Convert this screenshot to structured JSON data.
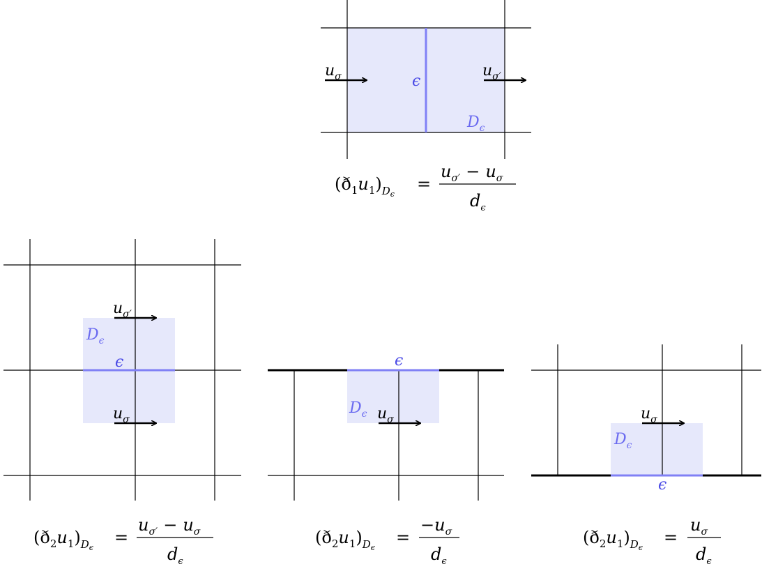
{
  "top": {
    "u_left": "u",
    "u_left_sub": "σ",
    "u_right": "u",
    "u_right_sub": "σ′",
    "edge": "ϵ",
    "D": "D",
    "D_sub": "ϵ",
    "formula": {
      "lhs_open": "(ð",
      "lhs_i": "1",
      "lhs_u": "u",
      "lhs_j": "1",
      "lhs_close": ")",
      "lhs_D": "D",
      "lhs_Dsub": "ϵ",
      "equals": "=",
      "num": "u",
      "num_s1": "σ′",
      "num_minus": "−",
      "num_u2": "u",
      "num_s2": "σ",
      "den": "d",
      "den_sub": "ϵ"
    }
  },
  "left": {
    "u_top": "u",
    "u_top_sub": "σ′",
    "u_bot": "u",
    "u_bot_sub": "σ",
    "edge": "ϵ",
    "D": "D",
    "D_sub": "ϵ",
    "formula": {
      "lhs_open": "(ð",
      "lhs_i": "2",
      "lhs_u": "u",
      "lhs_j": "1",
      "lhs_close": ")",
      "lhs_D": "D",
      "lhs_Dsub": "ϵ",
      "equals": "=",
      "num": "u",
      "num_s1": "σ′",
      "num_minus": "−",
      "num_u2": "u",
      "num_s2": "σ",
      "den": "d",
      "den_sub": "ϵ"
    }
  },
  "middle": {
    "u": "u",
    "u_sub": "σ",
    "edge": "ϵ",
    "D": "D",
    "D_sub": "ϵ",
    "formula": {
      "lhs_open": "(ð",
      "lhs_i": "2",
      "lhs_u": "u",
      "lhs_j": "1",
      "lhs_close": ")",
      "lhs_D": "D",
      "lhs_Dsub": "ϵ",
      "equals": "=",
      "num_minus": "−",
      "num": "u",
      "num_s": "σ",
      "den": "d",
      "den_sub": "ϵ"
    }
  },
  "right": {
    "u": "u",
    "u_sub": "σ",
    "edge": "ϵ",
    "D": "D",
    "D_sub": "ϵ",
    "formula": {
      "lhs_open": "(ð",
      "lhs_i": "2",
      "lhs_u": "u",
      "lhs_j": "1",
      "lhs_close": ")",
      "lhs_D": "D",
      "lhs_Dsub": "ϵ",
      "equals": "=",
      "num": "u",
      "num_s": "σ",
      "den": "d",
      "den_sub": "ϵ"
    }
  },
  "colors": {
    "dual_fill": "#e6e8fb",
    "edge": "#8080f5",
    "label_blue": "#4a4ae6"
  }
}
